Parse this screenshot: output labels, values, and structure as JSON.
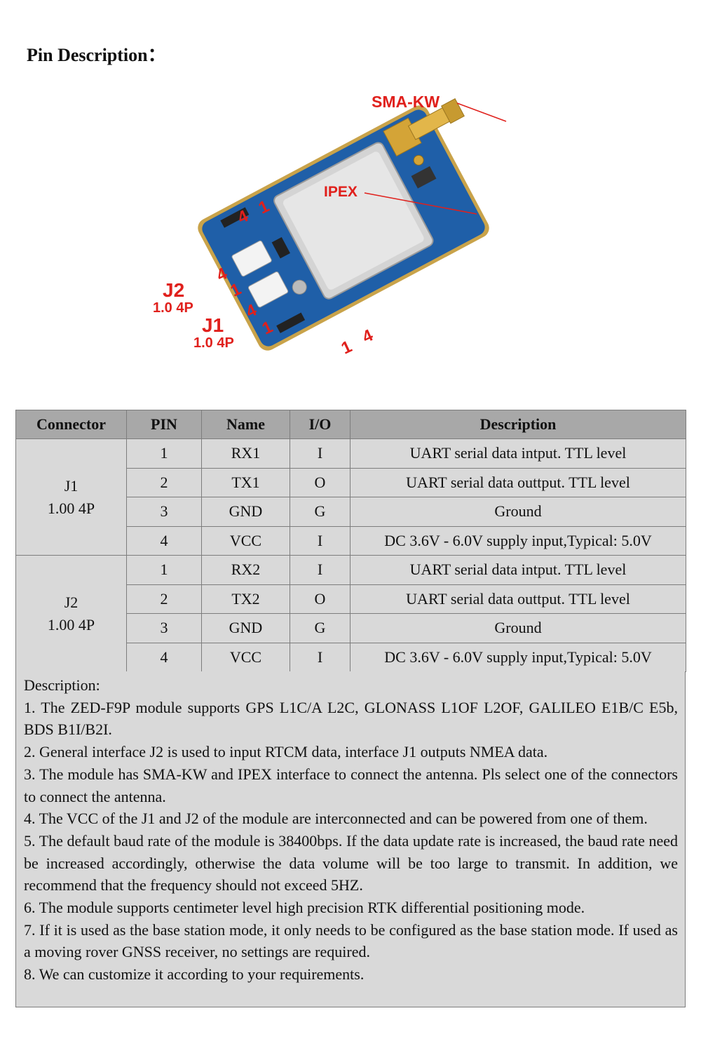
{
  "heading": "Pin Description：",
  "figure": {
    "callouts": {
      "sma": "SMA-KW",
      "ipex": "IPEX",
      "j2": "J2",
      "j2_spec": "1.0 4P",
      "j1": "J1",
      "j1_spec": "1.0 4P"
    },
    "pin_marks": [
      "4",
      "1",
      "4",
      "1",
      "4",
      "1",
      "1",
      "4"
    ],
    "colors": {
      "callout": "#e0201c",
      "pcb": "#1f5fa8",
      "module": "#cfcfcf",
      "connector_gold": "#d4a437"
    }
  },
  "table": {
    "headers": [
      "Connector",
      "PIN",
      "Name",
      "I/O",
      "Description"
    ],
    "groups": [
      {
        "connector": "J1",
        "connector_spec": "1.00 4P",
        "rows": [
          {
            "pin": "1",
            "name": "RX1",
            "io": "I",
            "desc": "UART serial data intput. TTL level"
          },
          {
            "pin": "2",
            "name": "TX1",
            "io": "O",
            "desc": "UART serial data outtput. TTL level"
          },
          {
            "pin": "3",
            "name": "GND",
            "io": "G",
            "desc": "Ground"
          },
          {
            "pin": "4",
            "name": "VCC",
            "io": "I",
            "desc": "DC 3.6V - 6.0V supply input,Typical: 5.0V"
          }
        ]
      },
      {
        "connector": "J2",
        "connector_spec": "1.00 4P",
        "rows": [
          {
            "pin": "1",
            "name": "RX2",
            "io": "I",
            "desc": "UART serial data intput. TTL level"
          },
          {
            "pin": "2",
            "name": "TX2",
            "io": "O",
            "desc": "UART serial data outtput. TTL level"
          },
          {
            "pin": "3",
            "name": "GND",
            "io": "G",
            "desc": "Ground"
          },
          {
            "pin": "4",
            "name": "VCC",
            "io": "I",
            "desc": "DC 3.6V - 6.0V supply input,Typical: 5.0V"
          }
        ]
      }
    ]
  },
  "notes": {
    "title": "Description:",
    "items": [
      "1.  The ZED-F9P module supports GPS L1C/A L2C, GLONASS L1OF L2OF, GALILEO E1B/C E5b, BDS B1I/B2I.",
      "2.  General interface J2 is used to input RTCM data, interface J1 outputs NMEA data.",
      "3.  The module has SMA-KW and IPEX interface to connect the antenna. Pls select one of the connectors to connect the antenna.",
      "4.  The VCC of the J1 and J2 of the module are interconnected and can be powered from one of them.",
      "5.  The default baud rate of the module is 38400bps. If the data update rate is increased, the baud rate need be increased accordingly, otherwise the data volume will be too large to transmit. In addition, we recommend that the frequency should not exceed 5HZ.",
      "6.  The module supports centimeter level high precision RTK differential positioning mode.",
      "7.  If it is used as the base station mode, it only needs to be configured as the base station mode. If used as a moving rover GNSS receiver, no settings are required.",
      "8.  We can customize it according to your requirements."
    ]
  }
}
